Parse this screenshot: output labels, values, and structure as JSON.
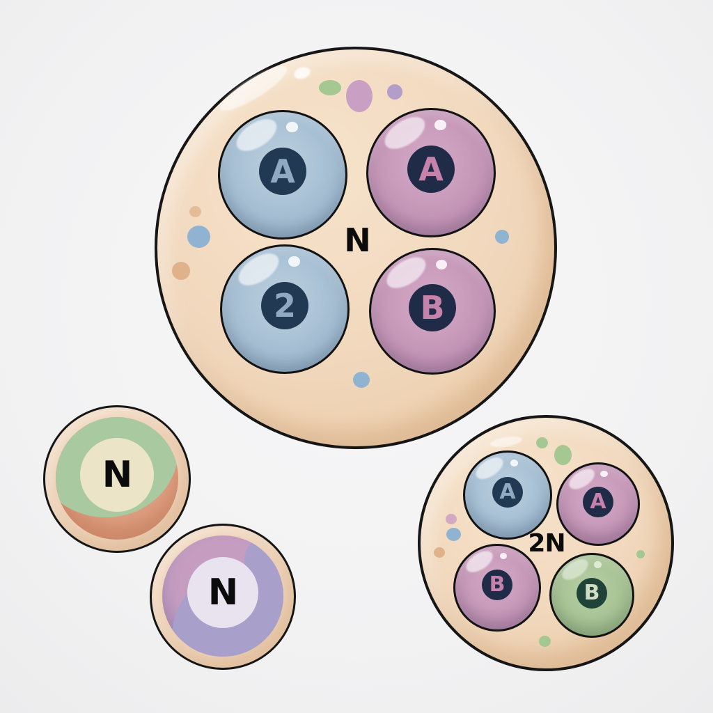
{
  "diagram": {
    "background_color": "#f2f2f3",
    "cells": {
      "large_cell": {
        "ploidy_label": "N",
        "membrane_color": "#f0d6ba",
        "outline_color": "#161616",
        "chromosomes": [
          {
            "label": "A",
            "sphere_color": "#a6bfd3",
            "badge_color": "#223953"
          },
          {
            "label": "A",
            "sphere_color": "#c89bba",
            "badge_color": "#1f2b47"
          },
          {
            "label": "2",
            "sphere_color": "#a6bfd3",
            "badge_color": "#223953"
          },
          {
            "label": "B",
            "sphere_color": "#c89bba",
            "badge_color": "#1f2b47"
          }
        ]
      },
      "small_cell_top": {
        "ploidy_label": "N",
        "membrane_color": "#eed3b9",
        "cytoplasm_colors": [
          "#a9c9a1",
          "#dfa183"
        ],
        "nucleus_color": "#ece4c6"
      },
      "small_cell_bottom": {
        "ploidy_label": "N",
        "membrane_color": "#eed3b9",
        "cytoplasm_colors": [
          "#c59dc1",
          "#a8a0cb"
        ],
        "nucleus_color": "#e9e3ef"
      },
      "diploid_cell": {
        "ploidy_label": "2N",
        "membrane_color": "#f0d6ba",
        "outline_color": "#161616",
        "chromosomes": [
          {
            "label": "A",
            "sphere_color": "#a6bfd3",
            "badge_color": "#223953"
          },
          {
            "label": "A",
            "sphere_color": "#c89bba",
            "badge_color": "#1f2b47"
          },
          {
            "label": "B",
            "sphere_color": "#c89bba",
            "badge_color": "#1f2b47"
          },
          {
            "label": "B",
            "sphere_color": "#a9c496",
            "badge_color": "#1f4338"
          }
        ]
      }
    }
  }
}
